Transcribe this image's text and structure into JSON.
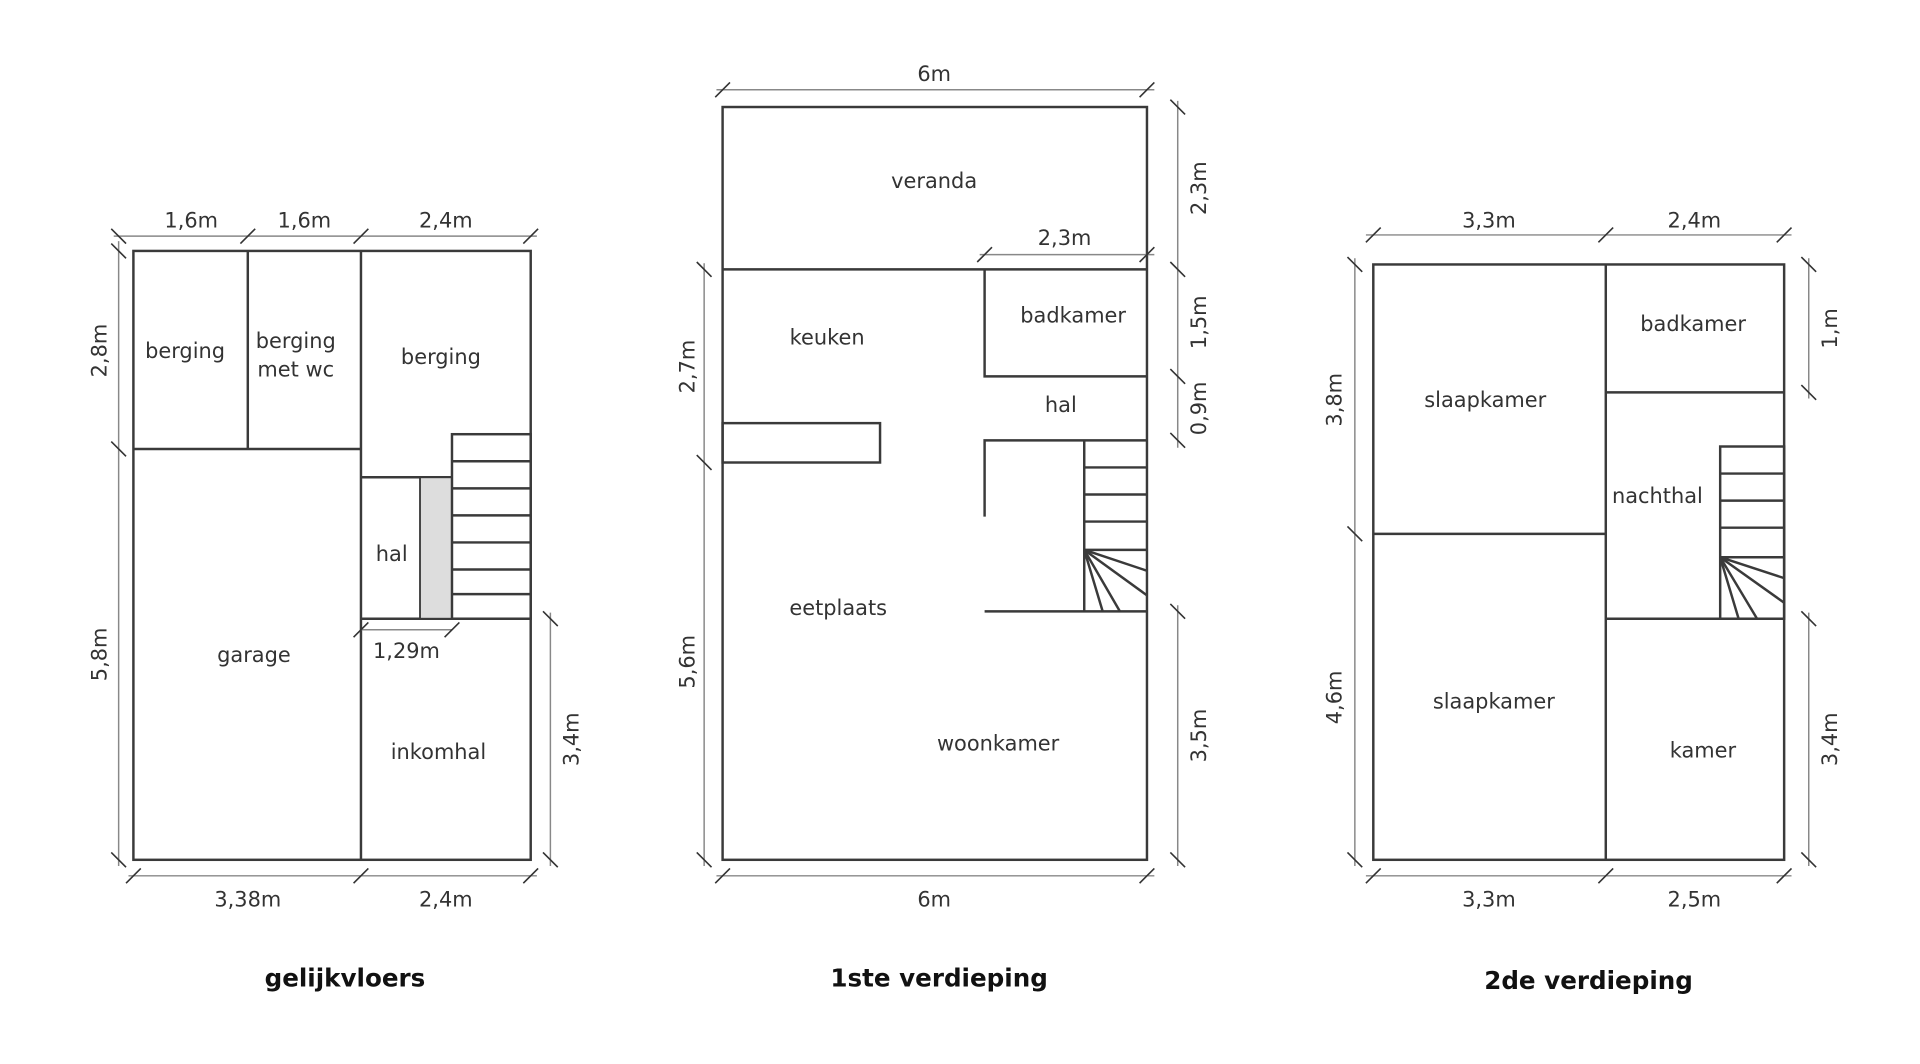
{
  "floors": [
    {
      "title": "gelijkvloers",
      "rooms": [
        "berging",
        "berging",
        "met wc",
        "berging",
        "hal",
        "garage",
        "inkomhal"
      ],
      "dims": {
        "top": [
          "1,6m",
          "1,6m",
          "2,4m"
        ],
        "left": [
          "2,8m",
          "5,8m"
        ],
        "bottom": [
          "3,38m",
          "2,4m"
        ],
        "right": [
          "3,4m"
        ],
        "stair": "1,29m"
      }
    },
    {
      "title": "1ste verdieping",
      "rooms": [
        "veranda",
        "keuken",
        "badkamer",
        "hal",
        "eetplaats",
        "woonkamer"
      ],
      "dims": {
        "top": [
          "6m"
        ],
        "inner": "2,3m",
        "right": [
          "2,3m",
          "1,5m",
          "0,9m",
          "3,5m"
        ],
        "left": [
          "2,7m",
          "5,6m"
        ],
        "bottom": [
          "6m"
        ]
      }
    },
    {
      "title": "2de verdieping",
      "rooms": [
        "slaapkamer",
        "badkamer",
        "nachthal",
        "slaapkamer",
        "kamer"
      ],
      "dims": {
        "top": [
          "3,3m",
          "2,4m"
        ],
        "left": [
          "3,8m",
          "4,6m"
        ],
        "right": [
          "1,m",
          "3,4m"
        ],
        "bottom": [
          "3,3m",
          "2,5m"
        ]
      }
    }
  ]
}
